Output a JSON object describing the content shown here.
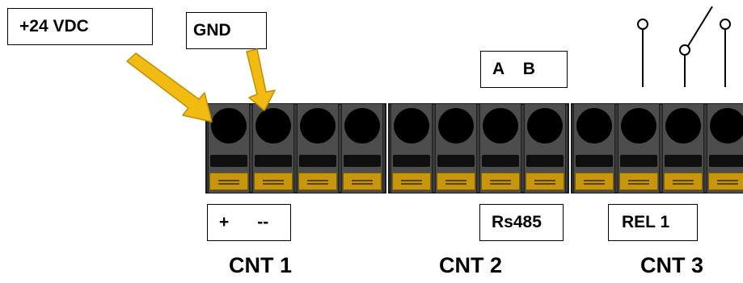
{
  "labels": {
    "vdc": "+24 VDC",
    "gnd": "GND",
    "ab": "A    B",
    "polarity": "+      --",
    "rs485": "Rs485",
    "rel1": "REL 1"
  },
  "connectors": {
    "cnt1": "CNT 1",
    "cnt2": "CNT 2",
    "cnt3": "CNT 3"
  },
  "colors": {
    "arrow": "#f2bb12",
    "terminal_body": "#4d4d4d",
    "screw": "#c8960a"
  },
  "icons": [
    "arrow-icon",
    "relay-switch-icon"
  ]
}
